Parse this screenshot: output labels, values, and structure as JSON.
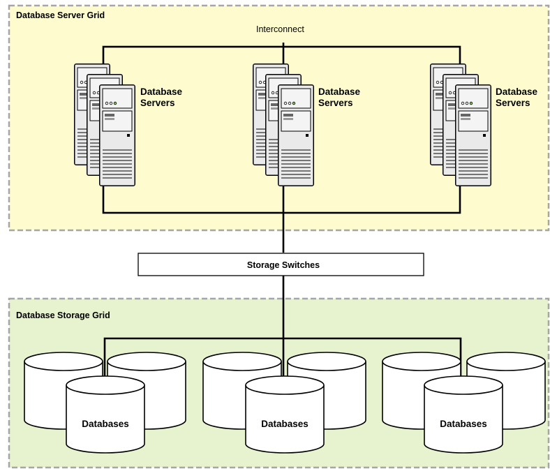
{
  "server_grid": {
    "title": "Database Server Grid",
    "interconnect_label": "Interconnect",
    "fill_color": "#FEFCCF",
    "server_groups": [
      {
        "label_line1": "Database",
        "label_line2": "Servers"
      },
      {
        "label_line1": "Database",
        "label_line2": "Servers"
      },
      {
        "label_line1": "Database",
        "label_line2": "Servers"
      }
    ]
  },
  "switch": {
    "label": "Storage Switches"
  },
  "storage_grid": {
    "title": "Database Storage Grid",
    "fill_color": "#E7F2CF",
    "db_groups": [
      {
        "label": "Databases"
      },
      {
        "label": "Databases"
      },
      {
        "label": "Databases"
      }
    ]
  },
  "icons": {
    "server": "server-tower-icon",
    "database": "database-cylinder-icon"
  }
}
